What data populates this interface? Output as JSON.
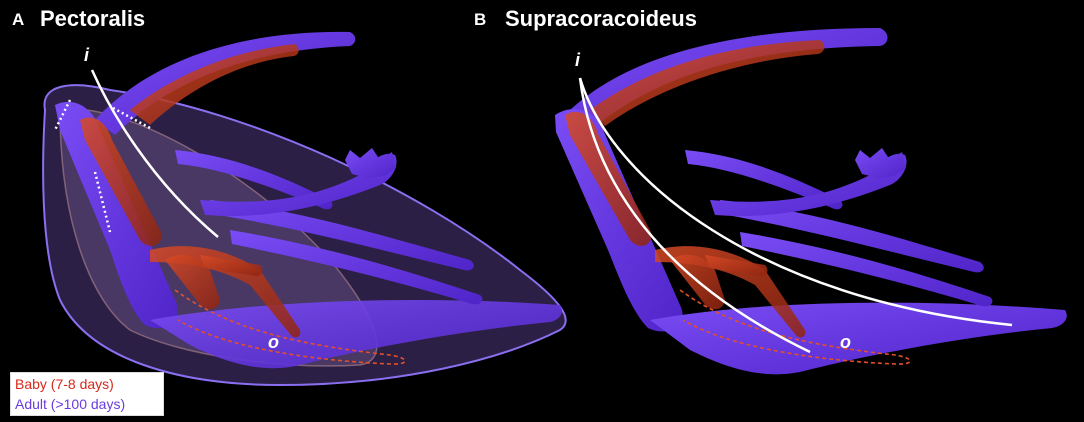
{
  "panels": [
    {
      "letter": "A",
      "title": "Pectoralis",
      "insertion_mark": "i",
      "origin_mark": "o"
    },
    {
      "letter": "B",
      "title": "Supracoracoideus",
      "insertion_mark": "i",
      "origin_mark": "o"
    }
  ],
  "legend": {
    "baby": "Baby (7-8 days)",
    "adult": "Adult (>100 days)"
  },
  "colors": {
    "background": "#000000",
    "adult_bone": "#6b3be8",
    "baby_bone": "#c2341a",
    "muscle_path": "#ffffff",
    "baby_label": "#d8281c",
    "adult_label": "#6a3ce0"
  }
}
